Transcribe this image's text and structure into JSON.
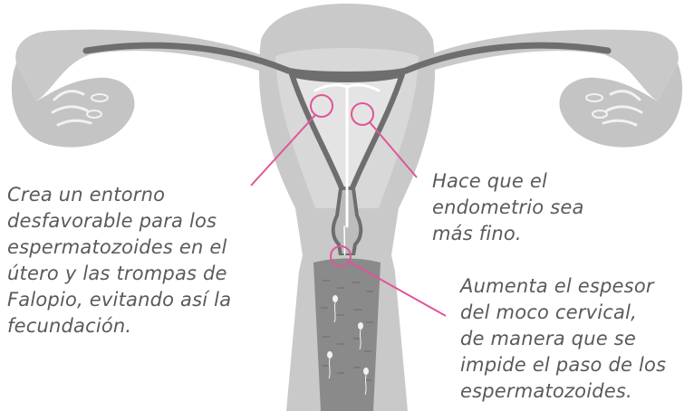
{
  "colors": {
    "tissue": "#c9c9c9",
    "tissue_light": "#dcdcdc",
    "tube_dark": "#6e6e6e",
    "cavity": "#8a8a8a",
    "accent": "#e0559a",
    "text": "#5a5a5a"
  },
  "captions": {
    "left": [
      "Crea un entorno",
      "desfavorable para los",
      "espermatozoides en el",
      "útero y las trompas de",
      "Falopio, evitando así la",
      "fecundación."
    ],
    "right": [
      "Hace que el",
      "endometrio sea",
      "más fino."
    ],
    "bottom": [
      "Aumenta el espesor",
      "del moco cervical,",
      "de manera que se",
      "impide el paso de los",
      "espermatozoides."
    ]
  }
}
